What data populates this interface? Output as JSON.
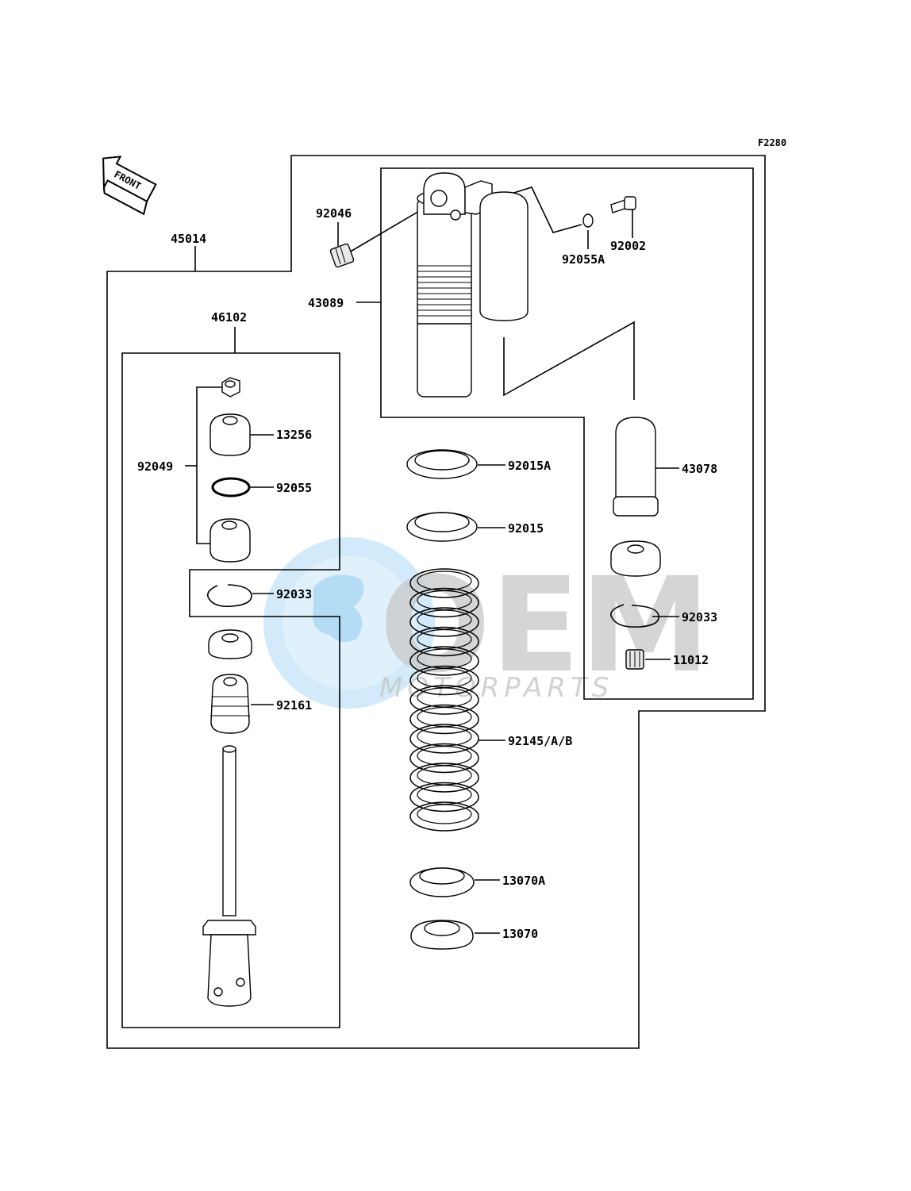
{
  "figure_code": "F2280",
  "front_label": "FRONT",
  "watermark": {
    "brand": "OEM",
    "sub": "MOTORPARTS",
    "globe_color": "#7fc4ee"
  },
  "parts": {
    "p45014": "45014",
    "p46102": "46102",
    "p92046": "92046",
    "p43089": "43089",
    "p92055A": "92055A",
    "p92002": "92002",
    "p92049": "92049",
    "p13256": "13256",
    "p92055": "92055",
    "p92033_left": "92033",
    "p92161": "92161",
    "p92015A": "92015A",
    "p92015": "92015",
    "p92145": "92145/A/B",
    "p13070A": "13070A",
    "p13070": "13070",
    "p43078": "43078",
    "p92033_right": "92033",
    "p11012": "11012"
  }
}
